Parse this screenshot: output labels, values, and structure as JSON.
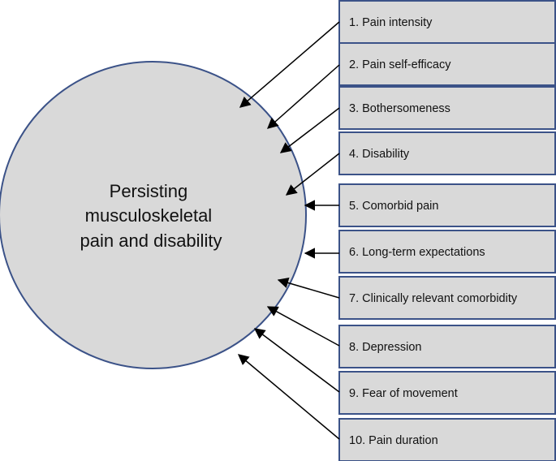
{
  "central": {
    "lines": [
      "Persisting",
      "musculoskeletal",
      "pain and disability"
    ]
  },
  "factors": [
    {
      "label": "1. Pain intensity"
    },
    {
      "label": "2. Pain self-efficacy"
    },
    {
      "label": "3. Bothersomeness"
    },
    {
      "label": "4. Disability"
    },
    {
      "label": "5. Comorbid pain"
    },
    {
      "label": "6. Long-term expectations"
    },
    {
      "label": "7. Clinically relevant comorbidity"
    },
    {
      "label": "8. Depression"
    },
    {
      "label": "9. Fear of movement"
    },
    {
      "label": "10. Pain duration"
    }
  ],
  "colors": {
    "circle_fill": "#d9d9d9",
    "circle_stroke": "#3b5288",
    "box_fill": "#d9d9d9",
    "box_stroke": "#3b5288",
    "arrow": "#000000"
  }
}
